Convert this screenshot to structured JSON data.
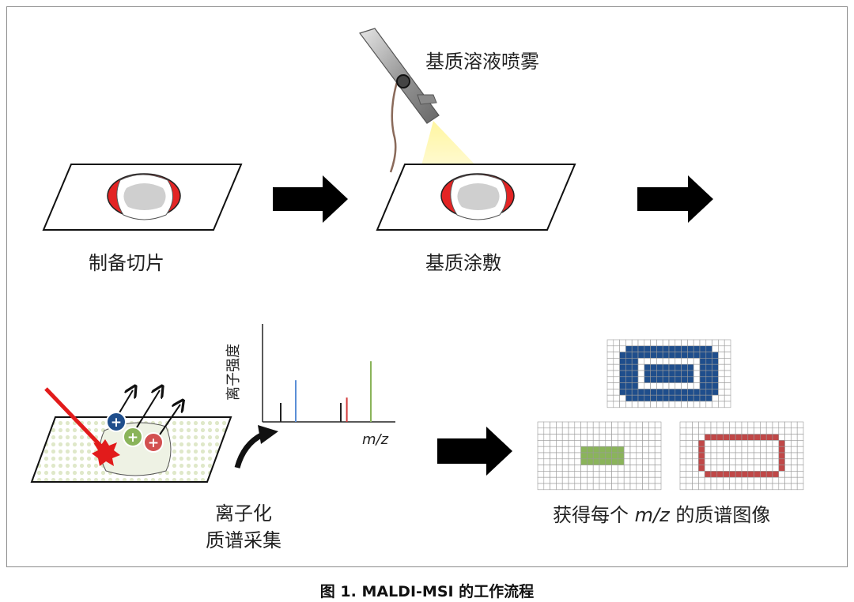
{
  "steps": {
    "prepare_section": "制备切片",
    "matrix_spray": "基质溶液喷雾",
    "matrix_coating": "基质涂敷",
    "ionization_line1": "离子化",
    "ionization_line2": "质谱采集",
    "image_prefix": "获得每个 ",
    "image_mz": "m/z",
    "image_suffix": " 的质谱图像"
  },
  "spectrum": {
    "ylabel": "离子强度",
    "xlabel": "m/z",
    "peaks": [
      {
        "x": 1,
        "height": 0.25,
        "color": "#222222"
      },
      {
        "x": 2,
        "height": 0.55,
        "color": "#5b8fd6"
      },
      {
        "x": 5,
        "height": 0.25,
        "color": "#222222"
      },
      {
        "x": 5.4,
        "height": 0.32,
        "color": "#d23a3a"
      },
      {
        "x": 7,
        "height": 0.8,
        "color": "#8ab45a"
      }
    ]
  },
  "ion_colors": [
    "#1f4e8c",
    "#8ab45a",
    "#d25050"
  ],
  "image_colors": {
    "blue": "#1f4e8c",
    "green": "#8ab45a",
    "red": "#c04848"
  },
  "caption": "图 1. MALDI-MSI 的工作流程"
}
